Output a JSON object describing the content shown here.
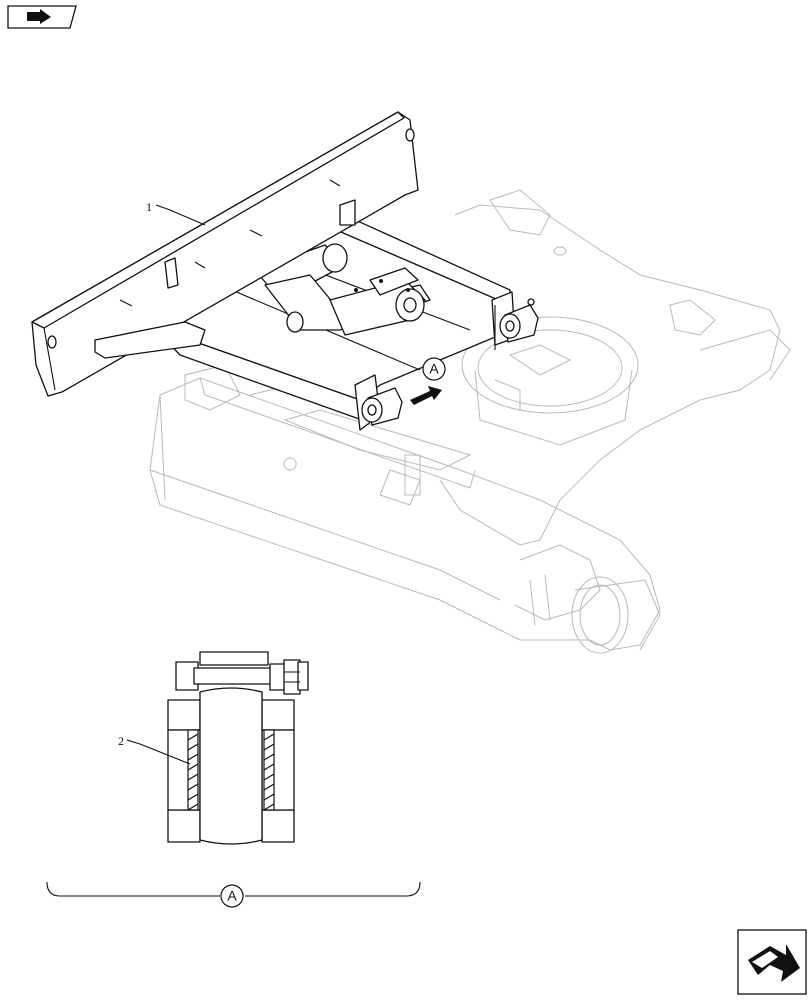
{
  "callouts": {
    "item1": "1",
    "item2": "2"
  },
  "detail": {
    "marker": "A",
    "bracket_label": "A"
  },
  "navigation": {
    "top_left_icon": "previous-page-arrow-icon",
    "bottom_right_icon": "next-page-arrow-icon"
  }
}
